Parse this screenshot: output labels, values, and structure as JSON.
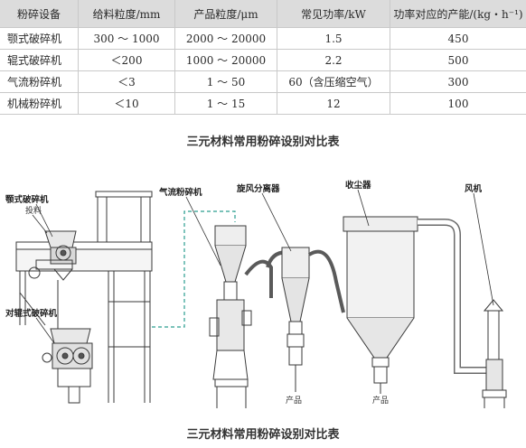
{
  "table": {
    "headers": [
      "粉碎设备",
      "给料粒度/mm",
      "产品粒度/μm",
      "常见功率/kW",
      "功率对应的产能/(kg・h⁻¹)"
    ],
    "rows": [
      [
        "颚式破碎机",
        "300 ～ 1000",
        "2000 ～ 20000",
        "1.5",
        "450"
      ],
      [
        "辊式破碎机",
        "＜200",
        "1000 ～ 20000",
        "2.2",
        "500"
      ],
      [
        "气流粉碎机",
        "＜3",
        "1 ～ 50",
        "60（含压缩空气）",
        "300"
      ],
      [
        "机械粉碎机",
        "＜10",
        "1 ～ 15",
        "12",
        "100"
      ]
    ]
  },
  "captions": {
    "table_caption": "三元材料常用粉碎设别对比表",
    "figure_caption": "三元材料常用粉碎设别对比表"
  },
  "diagram": {
    "labels": {
      "jaw_crusher": "颚式破碎机",
      "feed": "投料",
      "roll_crusher": "对辊式破碎机",
      "jet_mill": "气流粉碎机",
      "cyclone": "旋风分离器",
      "dust_collector": "收尘器",
      "fan": "风机",
      "product_1": "产品",
      "product_2": "产品"
    }
  }
}
